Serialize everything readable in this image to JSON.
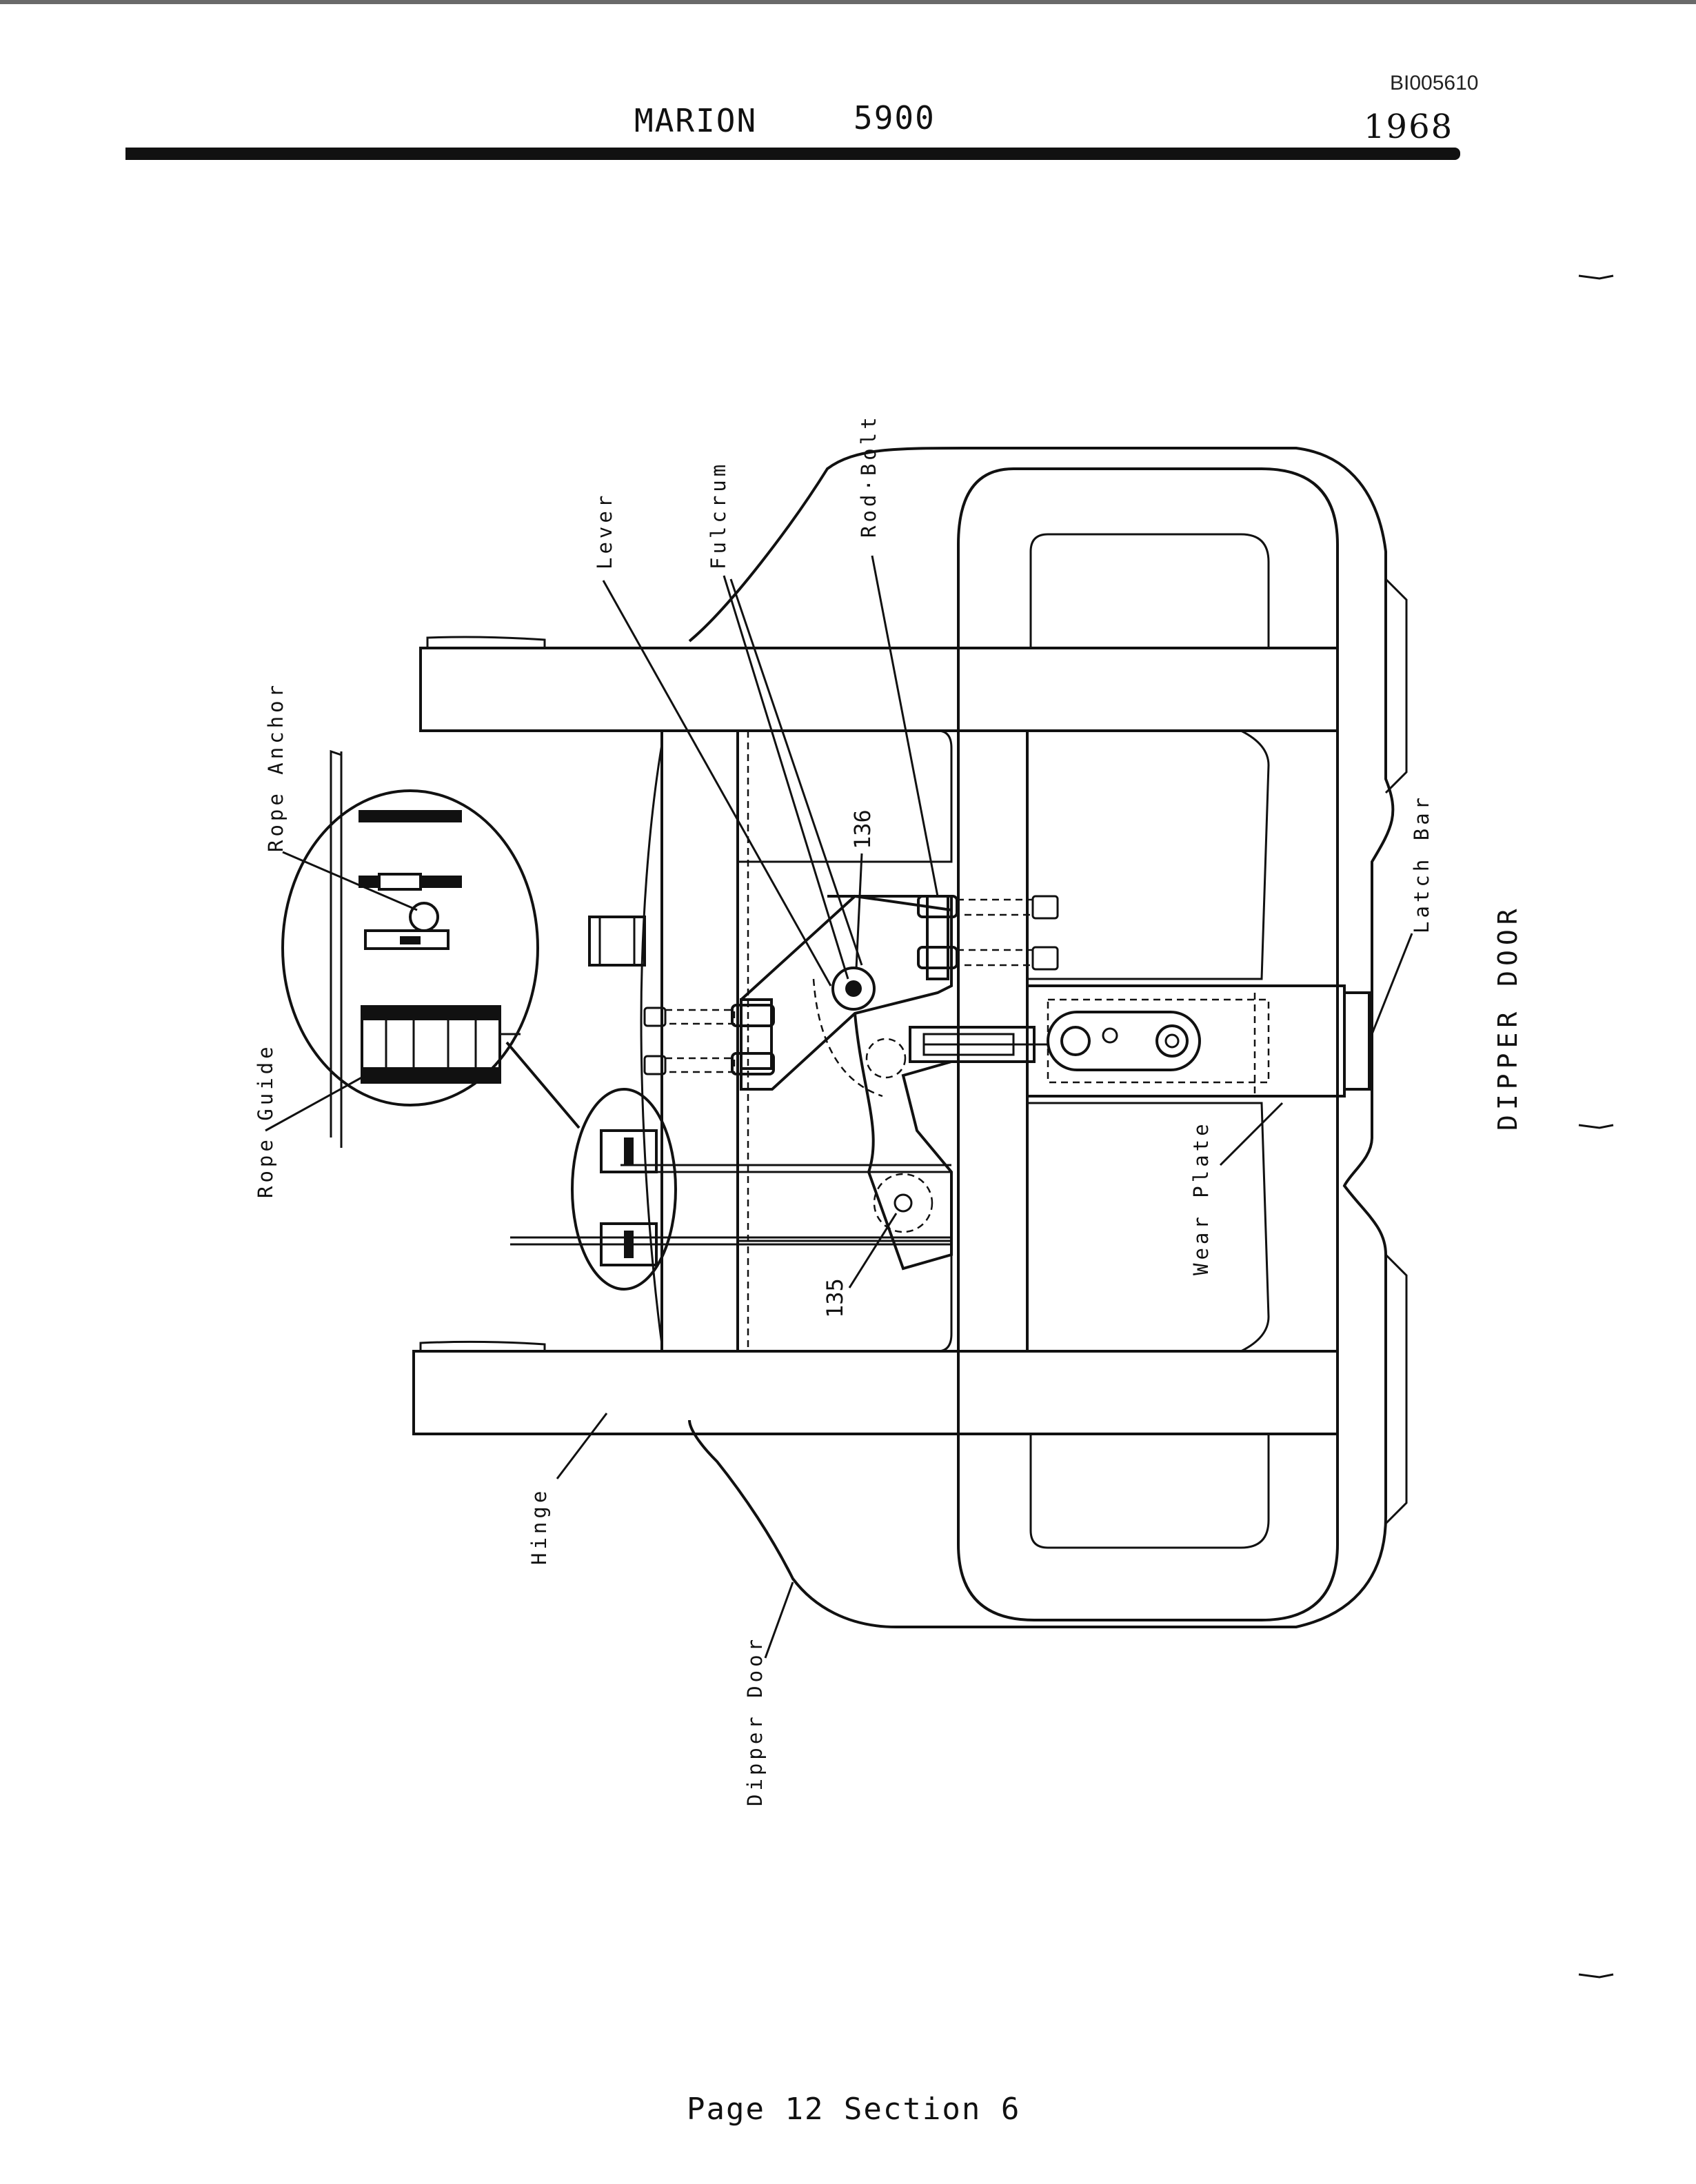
{
  "document": {
    "doc_id": "BI005610",
    "header": {
      "make": "MARION",
      "model": "5900",
      "year": "1968"
    },
    "footer": "Page 12 Section 6"
  },
  "diagram": {
    "title": "DIPPER DOOR",
    "labels": {
      "rope_anchor": "Rope Anchor",
      "rope_guide": "Rope Guide",
      "lever": "Lever",
      "fulcrum": "Fulcrum",
      "rod_bolt": "Rod·Bolt",
      "ref_136": "136",
      "ref_135": "135",
      "latch_bar": "Latch Bar",
      "wear_plate": "Wear Plate",
      "hinge": "Hinge",
      "dipper_door": "Dipper Door"
    }
  }
}
